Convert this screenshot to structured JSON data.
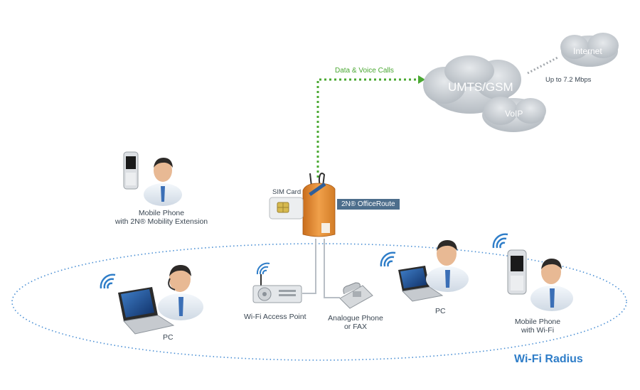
{
  "cloud": {
    "main": "UMTS/GSM",
    "voip": "VoIP",
    "internet": "Internet",
    "speed": "Up to 7.2 Mbps"
  },
  "link": {
    "data_voice": "Data & Voice Calls"
  },
  "router": {
    "sim_card": "SIM Card",
    "name": "2N® OfficeRoute"
  },
  "devices": {
    "mobile_ext_line1": "Mobile Phone",
    "mobile_ext_line2": "with 2N® Mobility Extension",
    "pc_left": "PC",
    "wifi_ap": "Wi-Fi Access Point",
    "analogue_line1": "Analogue Phone",
    "analogue_line2": "or FAX",
    "pc_right": "PC",
    "mobile_wifi_line1": "Mobile Phone",
    "mobile_wifi_line2": "with Wi-Fi"
  },
  "wifi_radius": "Wi-Fi Radius",
  "colors": {
    "accent_blue": "#2e7dc8",
    "link_green": "#4aa832",
    "router_orange": "#e3892c",
    "cloud_gray": "#c9ced4",
    "tag_bg": "#4d6e8c"
  },
  "icons": [
    "cloud-icon",
    "router-icon",
    "sim-card-icon",
    "mobile-phone-icon",
    "person-icon",
    "laptop-icon",
    "wifi-icon",
    "access-point-icon",
    "desk-phone-icon"
  ]
}
